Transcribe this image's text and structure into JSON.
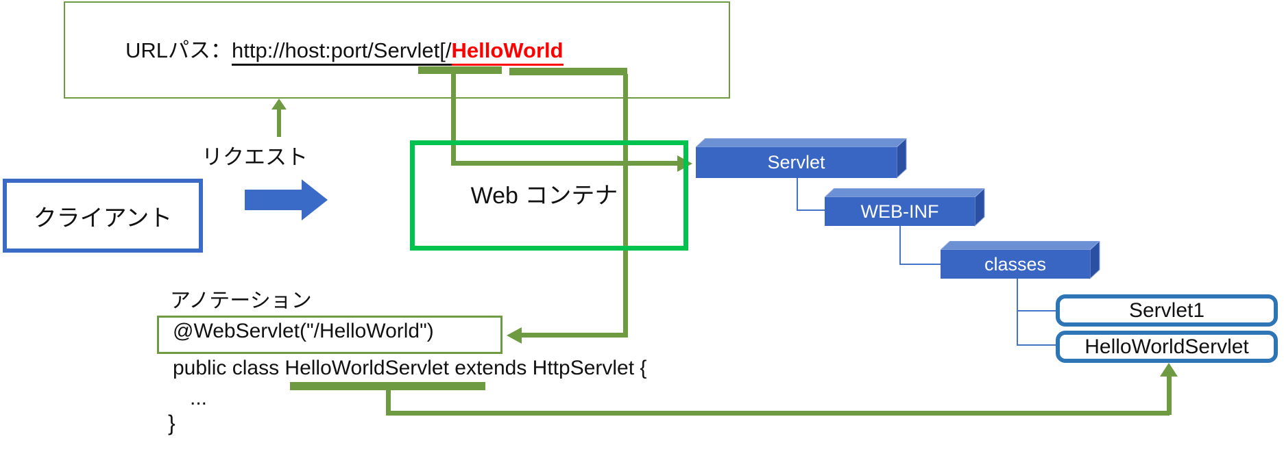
{
  "url_box": {
    "label": "URLパス：",
    "url_plain": "http://host:port/Servlet[/",
    "url_highlight": "HelloWorld"
  },
  "flow": {
    "request_label": "リクエスト",
    "client_label": "クライアント",
    "web_container_label": "Web コンテナ"
  },
  "folder_tree": {
    "servlet": "Servlet",
    "web_inf": "WEB-INF",
    "classes": "classes",
    "servlet1": "Servlet1",
    "helloworld_servlet": "HelloWorldServlet"
  },
  "annotation": {
    "title": "アノテーション",
    "code_annotation": "@WebServlet(\"/HelloWorld\")",
    "code_class_decl": "public class HelloWorldServlet extends HttpServlet {",
    "code_body": "...",
    "code_close": "}"
  },
  "colors": {
    "olive": "#6E9A41",
    "bright_green": "#00C24F",
    "royal_blue": "#3A6BC7",
    "steel_blue": "#2E75B6",
    "box3d_front": "#3966C3",
    "box3d_top": "#6C90D4",
    "box3d_side": "#2B4FA3",
    "highlight_red": "#FF0000",
    "connector_blue": "#4472C4"
  }
}
